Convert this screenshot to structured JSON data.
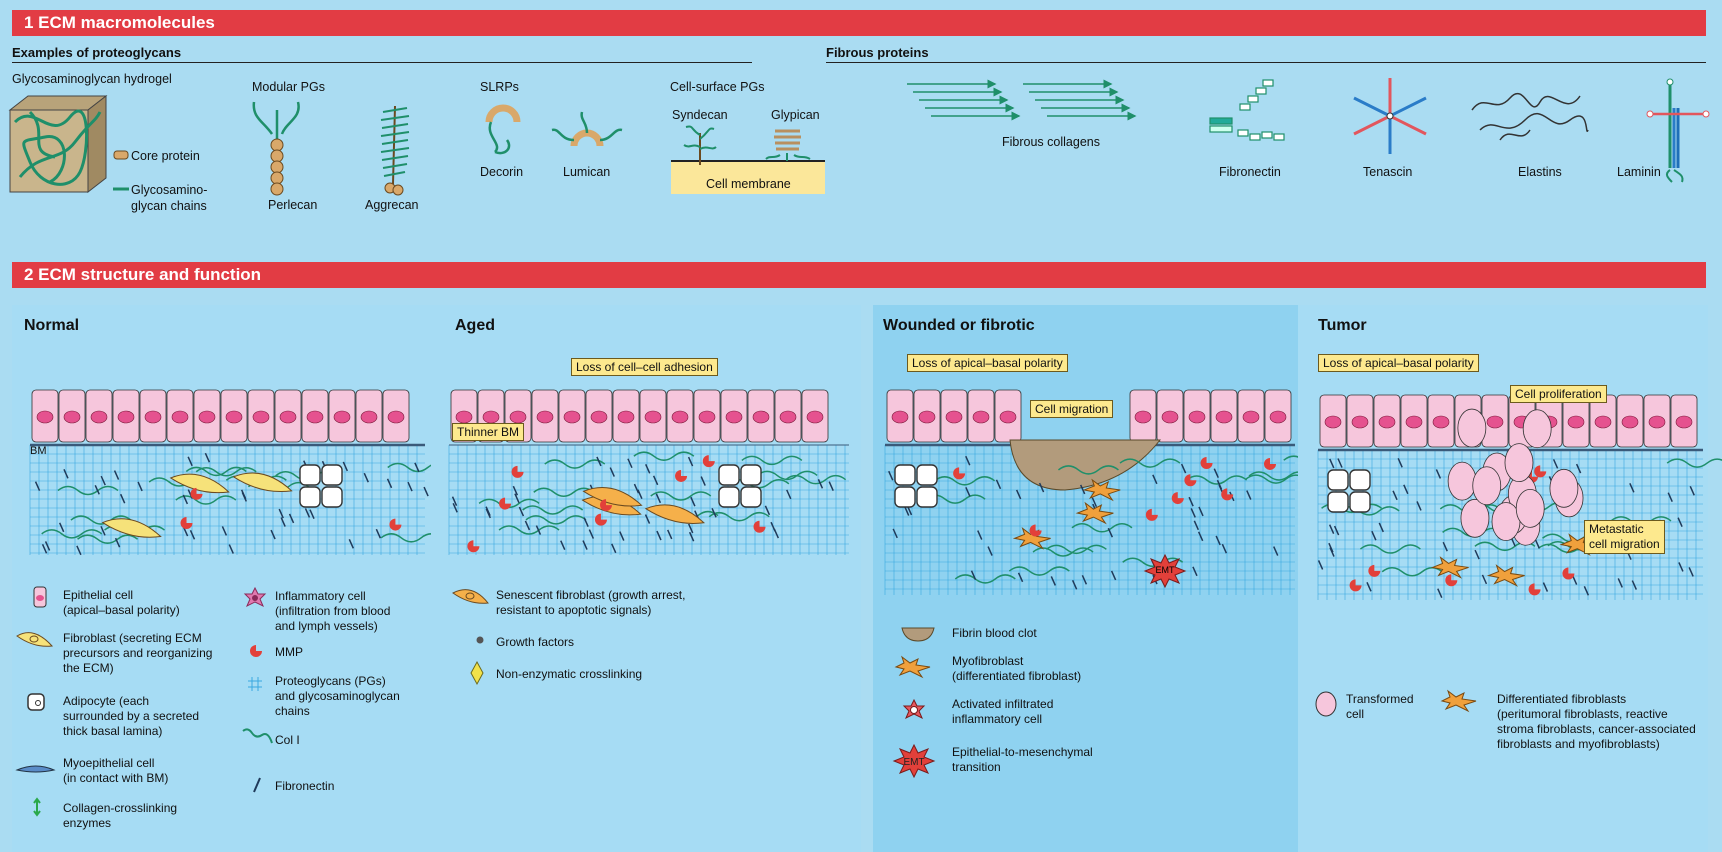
{
  "section1": {
    "title": "1  ECM macromolecules",
    "proteoglycans_heading": "Examples of proteoglycans",
    "fibrous_heading": "Fibrous proteins",
    "gag_hydrogel": "Glycosaminoglycan hydrogel",
    "core_protein": "Core protein",
    "gag_chains_1": "Glycosamino-",
    "gag_chains_2": "glycan chains",
    "modular_pgs": "Modular PGs",
    "perlecan": "Perlecan",
    "aggrecan": "Aggrecan",
    "slrps": "SLRPs",
    "decorin": "Decorin",
    "lumican": "Lumican",
    "cell_surface_pgs": "Cell-surface PGs",
    "syndecan": "Syndecan",
    "glypican": "Glypican",
    "cell_membrane": "Cell membrane",
    "fibrous_collagens": "Fibrous collagens",
    "fibronectin": "Fibronectin",
    "tenascin": "Tenascin",
    "elastins": "Elastins",
    "laminin": "Laminin"
  },
  "section2": {
    "title": "2  ECM structure and function",
    "panels": {
      "normal": {
        "title": "Normal",
        "bm": "BM",
        "legend": [
          [
            "Epithelial cell",
            "(apical–basal polarity)"
          ],
          [
            "Fibroblast (secreting ECM",
            "precursors and reorganizing",
            "the ECM)"
          ],
          [
            "Adipocyte (each",
            "surrounded by a secreted",
            "thick basal lamina)"
          ],
          [
            "Myoepithelial cell",
            "(in contact with BM)"
          ],
          [
            "Collagen-crosslinking",
            "enzymes"
          ],
          [
            "Inflammatory cell",
            "(infiltration from blood",
            "and lymph vessels)"
          ],
          [
            "MMP"
          ],
          [
            "Proteoglycans (PGs)",
            "and glycosaminoglycan",
            "chains"
          ],
          [
            "Col I"
          ],
          [
            "Fibronectin"
          ]
        ]
      },
      "aged": {
        "title": "Aged",
        "callout_adhesion": "Loss of cell–cell adhesion",
        "callout_bm": "Thinner BM",
        "legend": [
          [
            "Senescent fibroblast (growth arrest,",
            "resistant to apoptotic signals)"
          ],
          [
            "Growth factors"
          ],
          [
            "Non-enzymatic crosslinking"
          ]
        ]
      },
      "wounded": {
        "title": "Wounded or fibrotic",
        "callout_polarity": "Loss of apical–basal polarity",
        "callout_migration": "Cell migration",
        "emt_label": "EMT",
        "legend": [
          [
            "Fibrin blood clot"
          ],
          [
            "Myofibroblast",
            "(differentiated fibroblast)"
          ],
          [
            "Activated infiltrated",
            "inflammatory cell"
          ],
          [
            "Epithelial-to-mesenchymal",
            "transition"
          ]
        ]
      },
      "tumor": {
        "title": "Tumor",
        "callout_polarity": "Loss of apical–basal polarity",
        "callout_proliferation": "Cell proliferation",
        "callout_metastatic_1": "Metastatic",
        "callout_metastatic_2": "cell migration",
        "legend": [
          [
            "Transformed",
            "cell"
          ],
          [
            "Differentiated fibroblasts",
            "(peritumoral fibroblasts, reactive",
            "stroma fibroblasts, cancer-associated",
            "fibroblasts and myofibroblasts)"
          ]
        ]
      }
    }
  },
  "colors": {
    "banner": "#e23c44",
    "background": "#aadcf2",
    "callout": "#fde98e",
    "epithelial": "#f6c6dc",
    "nucleus": "#e5528f",
    "collagen": "#1f8f6a",
    "fibroblast": "#f6e27a",
    "myofibroblast": "#f0a03c",
    "inflammatory": "#e8585e"
  }
}
